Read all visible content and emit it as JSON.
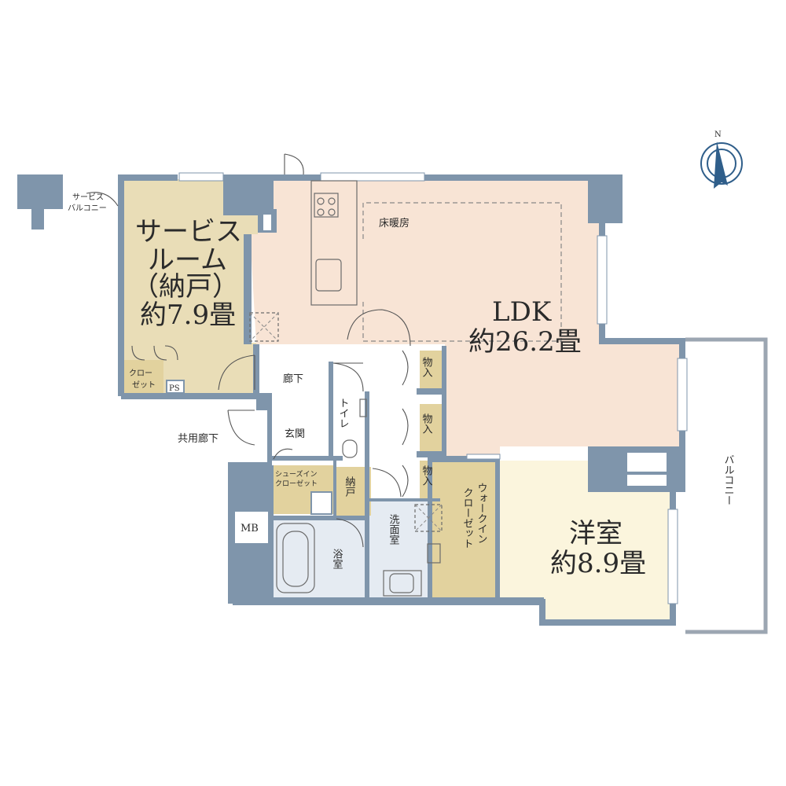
{
  "rooms": {
    "service_room": {
      "line1": "サービス",
      "line2": "ルーム",
      "line3": "（納戸）",
      "size": "約7.9畳"
    },
    "ldk": {
      "name": "LDK",
      "size": "約26.2畳",
      "floor_heating": "床暖房"
    },
    "western_room": {
      "name": "洋室",
      "size": "約8.9畳"
    },
    "service_balcony": {
      "line1": "サービス",
      "line2": "バルコニー"
    },
    "closet": {
      "line1": "クロー",
      "line2": "ゼット"
    },
    "ps": "PS",
    "corridor": "廊下",
    "common_corridor": "共用廊下",
    "entrance": "玄関",
    "toilet": "トイレ",
    "shoes_closet": {
      "line1": "シューズイン",
      "line2": "クローゼット"
    },
    "storage_nando": "納戸",
    "bath": "浴室",
    "washroom": "洗面室",
    "walkin": "ウォークイン\nクローゼット",
    "storage": [
      "物入",
      "物入",
      "物入"
    ],
    "mb": "MB",
    "balcony": "バルコニー"
  },
  "compass": {
    "label": "N"
  },
  "colors": {
    "wall": "#7f95ab",
    "ldk": "#f8e4d5",
    "service_room": "#e9ddb7",
    "closet": "#e2d29e",
    "western_room": "#fbf5dd",
    "bath": "#e5ebf2",
    "hall": "#ffffff"
  }
}
